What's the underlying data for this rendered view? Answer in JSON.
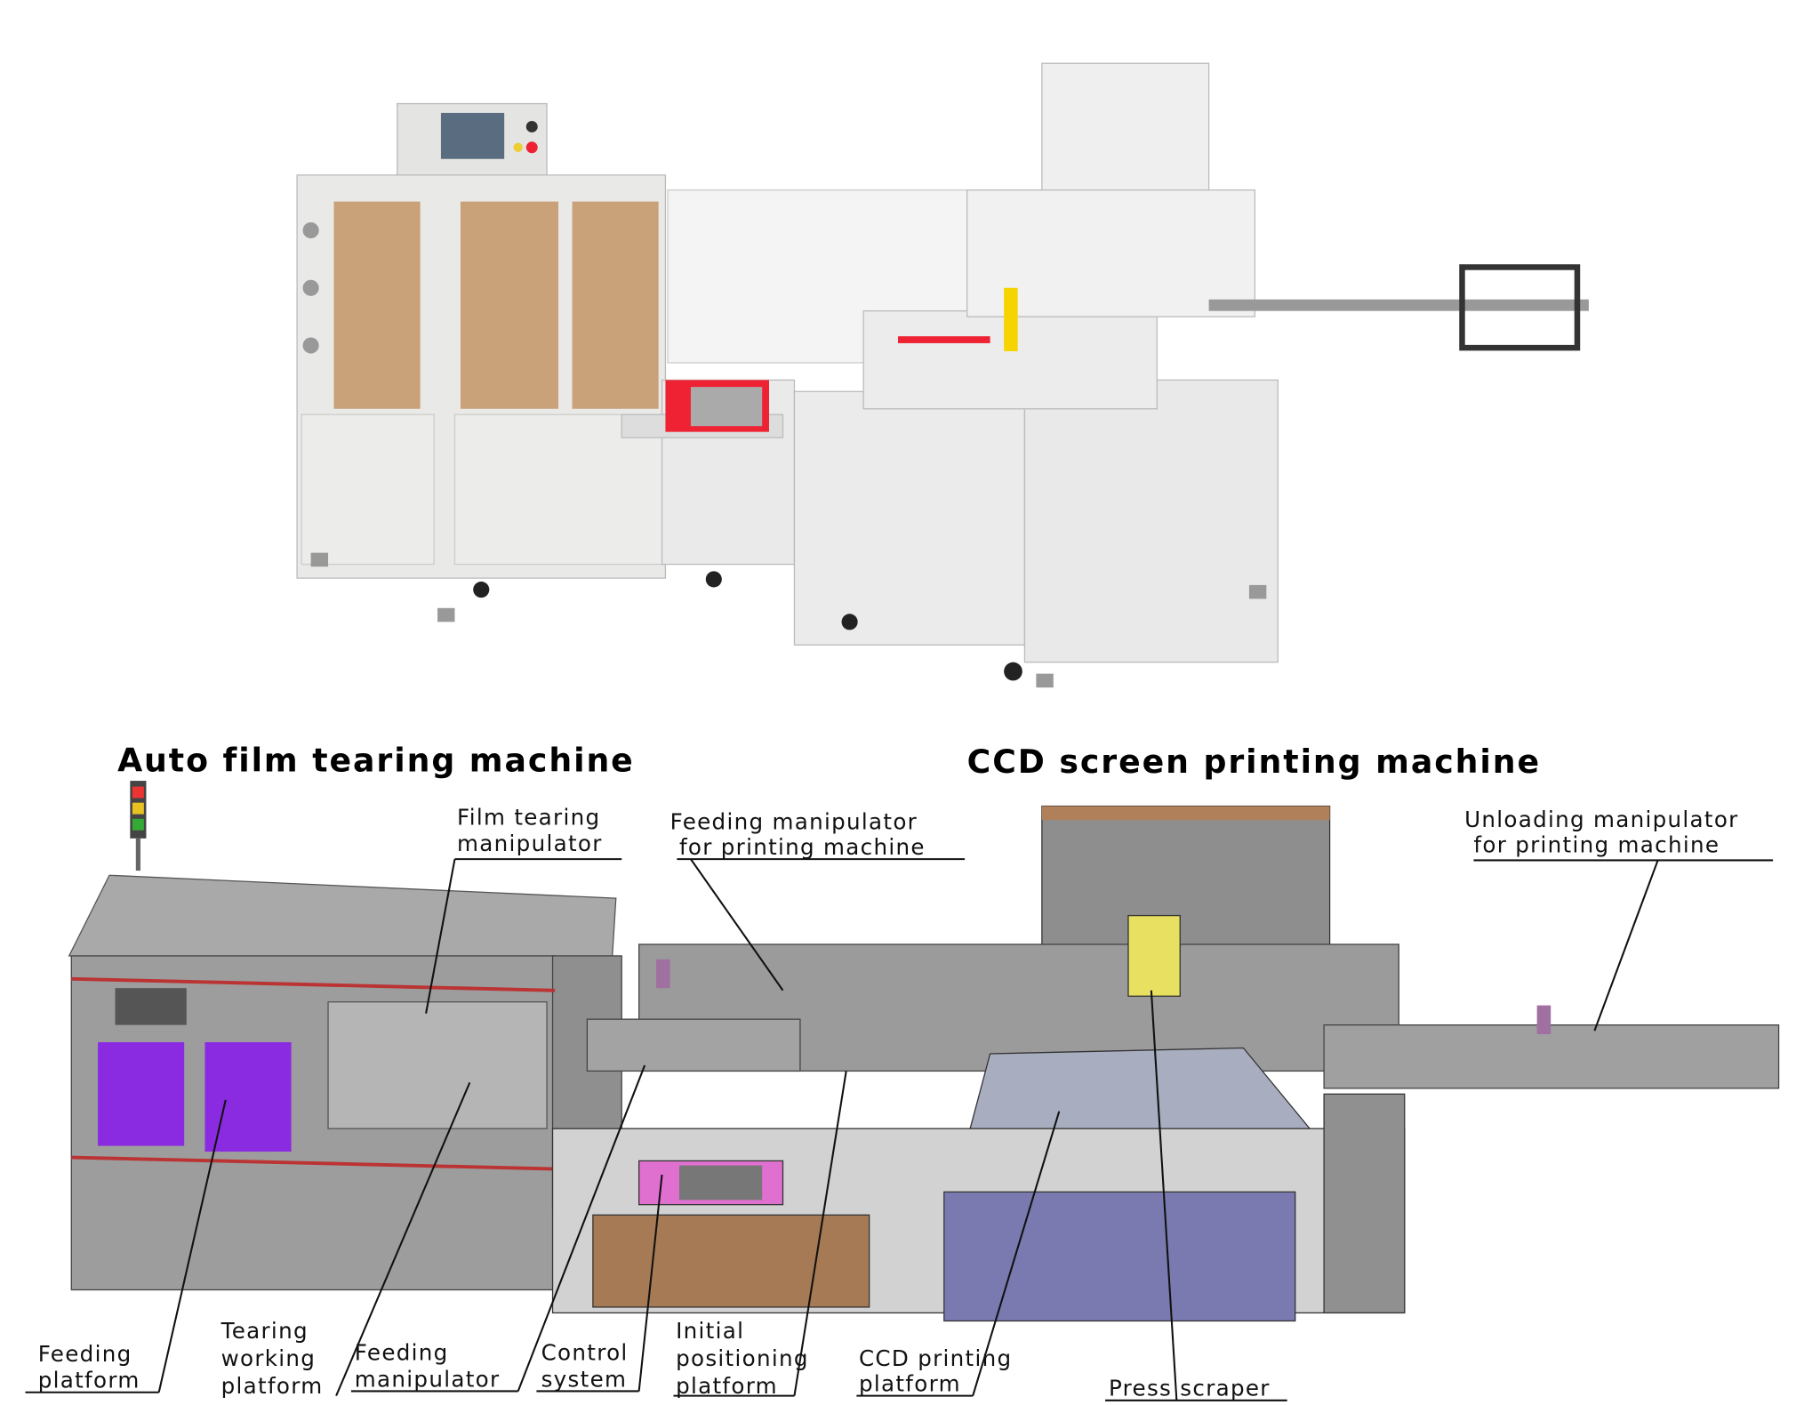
{
  "titles": {
    "left_machine": "Auto film tearing machine",
    "right_machine": "CCD screen printing machine"
  },
  "labels": {
    "film_tearing_manipulator": [
      "Film tearing",
      "manipulator"
    ],
    "feeding_manipulator_printing": [
      "Feeding manipulator",
      "for printing machine"
    ],
    "unloading_manipulator_printing": [
      "Unloading manipulator",
      "for printing machine"
    ],
    "feeding_platform": [
      "Feeding",
      "platform"
    ],
    "tearing_working_platform": [
      "Tearing",
      "working",
      "platform"
    ],
    "feeding_manipulator": [
      "Feeding",
      "manipulator"
    ],
    "control_system": [
      "Control",
      "system"
    ],
    "initial_positioning_platform": [
      "Initial",
      "positioning",
      "platform"
    ],
    "ccd_printing_platform": [
      "CCD printing",
      "platform"
    ],
    "press_scraper": [
      "Press scraper"
    ]
  },
  "colors": {
    "machine_white": "#e8e8e6",
    "film_panel": "#c9a27a",
    "cad_gray": "#9a9a9a",
    "purple_panel": "#8a2be2",
    "blue_panel": "#7a7ab0",
    "brown_panel": "#a67a55",
    "yellow": "#e8e060",
    "pink": "#e070d0"
  }
}
